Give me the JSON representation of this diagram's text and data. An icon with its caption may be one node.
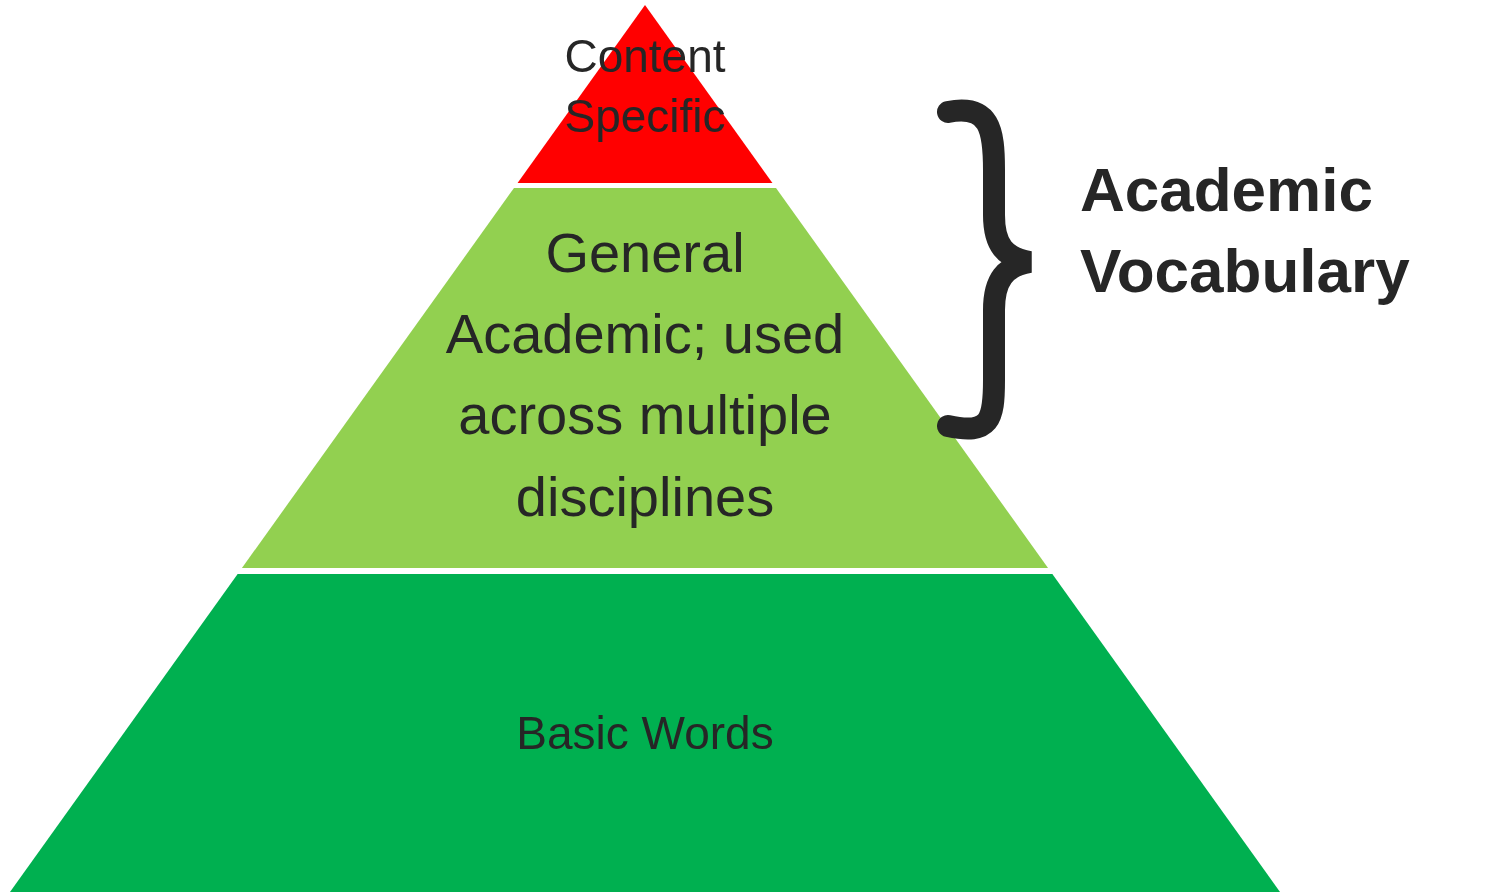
{
  "diagram": {
    "nodes": [
      {
        "text": [
          "Content Specific"
        ]
      },
      {
        "text": [
          "General Academic; used across multiple disciplines"
        ]
      },
      {
        "text": [
          "Basic Words"
        ]
      }
    ],
    "labels": [
      "Academic Vocabulary"
    ]
  }
}
